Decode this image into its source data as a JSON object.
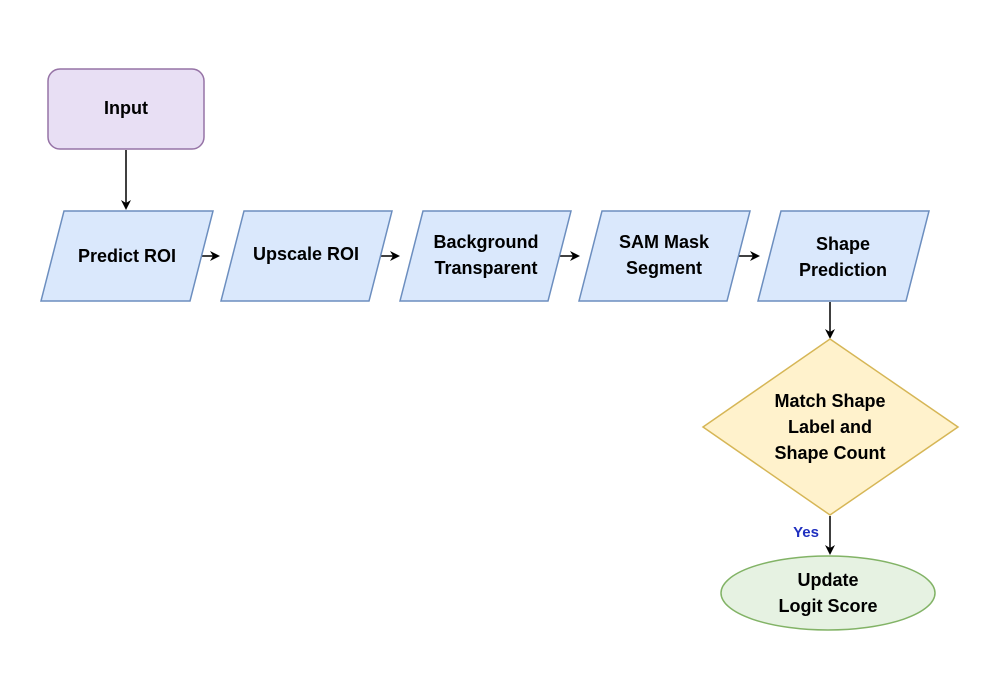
{
  "colors": {
    "input_fill": "#e8dff4",
    "input_stroke": "#9673a6",
    "process_fill": "#dae8fc",
    "process_stroke": "#6c8ebf",
    "decision_fill": "#fff2cc",
    "decision_stroke": "#d6b656",
    "terminal_fill": "#e6f2e2",
    "terminal_stroke": "#82b366",
    "edge": "#000000",
    "yes_label": "#1f2fbf"
  },
  "nodes": {
    "input": {
      "lines": [
        "Input"
      ]
    },
    "predict_roi": {
      "lines": [
        "Predict ROI"
      ]
    },
    "upscale_roi": {
      "lines": [
        "Upscale ROI"
      ]
    },
    "background_transparent": {
      "lines": [
        "Background",
        "Transparent"
      ]
    },
    "sam_mask_segment": {
      "lines": [
        "SAM Mask",
        "Segment"
      ]
    },
    "shape_prediction": {
      "lines": [
        "Shape",
        "Prediction"
      ]
    },
    "match_shape": {
      "lines": [
        "Match Shape",
        "Label and",
        "Shape Count"
      ]
    },
    "update_logit": {
      "lines": [
        "Update",
        "Logit Score"
      ]
    }
  },
  "edges": {
    "yes_label": "Yes"
  }
}
